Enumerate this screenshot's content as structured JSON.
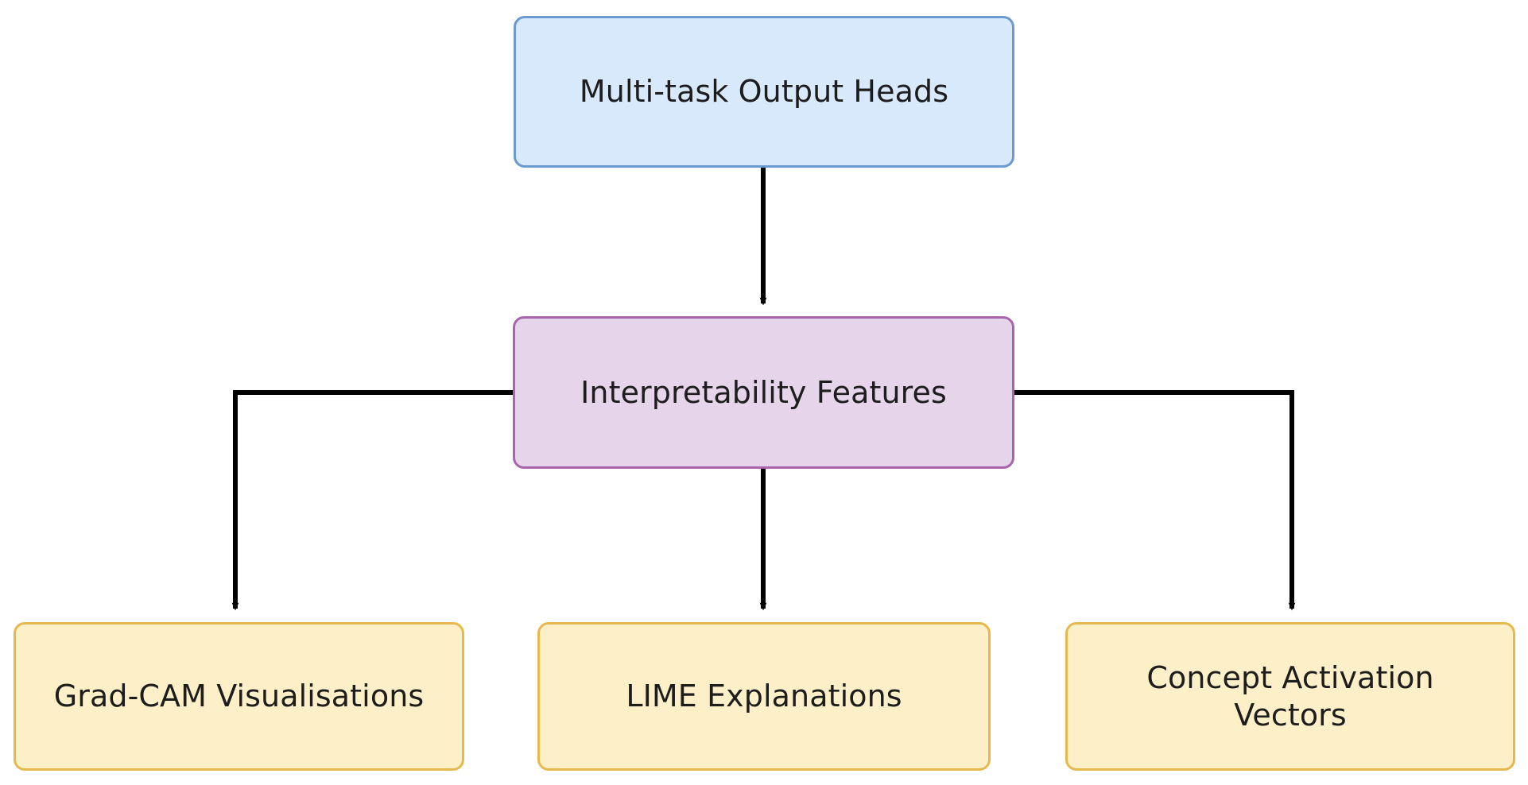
{
  "diagram": {
    "title": "Interpretability Features flowchart",
    "type": "flowchart",
    "orientation": "top-down",
    "background_color": "#ffffff",
    "edge_color": "#000000",
    "nodes": [
      {
        "id": "output_heads",
        "label": "Multi-task Output Heads",
        "fill": "#d7e9fb",
        "stroke": "#6a9ad0"
      },
      {
        "id": "interpretability",
        "label": "Interpretability Features",
        "fill": "#e6d5ea",
        "stroke": "#a865ab"
      },
      {
        "id": "gradcam",
        "label": "Grad-CAM Visualisations",
        "fill": "#fdefc8",
        "stroke": "#e5b94d"
      },
      {
        "id": "lime",
        "label": "LIME Explanations",
        "fill": "#fdefc8",
        "stroke": "#e5b94d"
      },
      {
        "id": "cav",
        "label": "Concept Activation\nVectors",
        "fill": "#fdefc8",
        "stroke": "#e5b94d"
      }
    ],
    "edges": [
      {
        "id": "e1",
        "from": "output_heads",
        "to": "interpretability",
        "label": ""
      },
      {
        "id": "e2",
        "from": "interpretability",
        "to": "gradcam",
        "label": ""
      },
      {
        "id": "e3",
        "from": "interpretability",
        "to": "lime",
        "label": ""
      },
      {
        "id": "e4",
        "from": "interpretability",
        "to": "cav",
        "label": ""
      }
    ]
  }
}
